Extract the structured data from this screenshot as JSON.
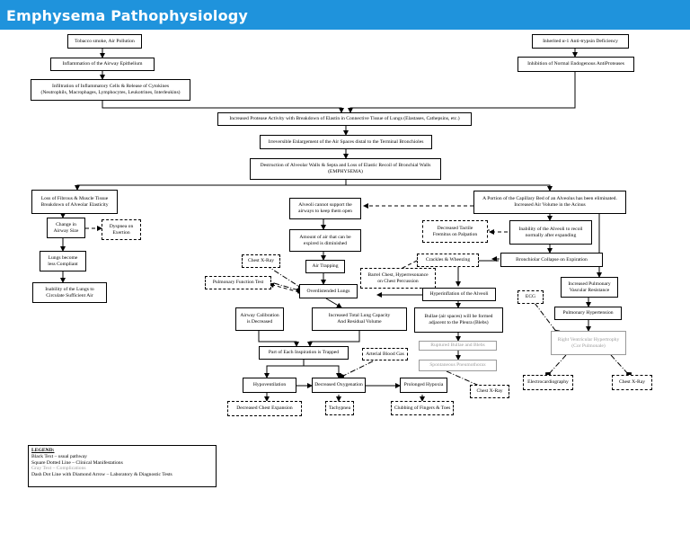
{
  "title": "Emphysema Pathophysiology",
  "nodes": {
    "tobacco": "Tobacco smoke, Air Pollution",
    "inherited": "Inherited α-1 Anti-trypsin Deficiency",
    "inflam": "Inflammation of the Airway Epithelium",
    "inhibit": "Inhibition of Normal Endogenous AntiProteases",
    "infiltr": "Infiltration of Inflammatory Cells & Release of Cytokines\n(Neutrophils, Macrophages, Lymphocytes, Leukotrines, Interleukins)",
    "protease": "Increased Protease Activity with Breakdown of Elastin in Connective Tissue of Lungs (Elastases, Cathepsins, etc.)",
    "irreversible": "Irreversible Enlargement of the Air Spaces distal to the Terminal Bronchioles",
    "destruction": "Destruction of Alveolar Walls & Septa and Loss of Elastic Recoil of Bronchial Walls\n(EMPHYSEMA)",
    "lossfib": "Loss of Fibrous & Muscle Tissue\nBreakdown of Alveolar Elasticity",
    "capillary": "A Portion of the Capillary Bed of an Alveolus has been eliminated.\nIncreased Air Volume in the Acinus",
    "alvcannot": "Alveoli cannot support the\nairways to keep them open",
    "change": "Change in\nAirway Size",
    "dyspnea": "Dyspnea on\nExertion",
    "airexp": "Amount of air that can be\nexpired is diminished",
    "tactile": "Decreased Tactile\nFremitus on Palpation",
    "inability_alv": "Inability of the Alveoli to recoil\nnormally after expanding",
    "compliant": "Lungs become\nless Compliant",
    "chestxray1": "Chest X-Ray",
    "airtrap": "Air Trapping",
    "crackles": "Crackles & Wheezing",
    "bronchiolar": "Bronchiolar Collapse on Expiration",
    "pft": "Pulmonary Function Test",
    "barrel": "Barrel Chest, Hyperresonance\non Chest Percussion",
    "inability_circ": "Inability of the Lungs to\nCirculate Sufficient Air",
    "overdist": "Overdistended Lungs",
    "hyperinfl": "Hyperinflation of the Alveoli",
    "ecg": "ECG",
    "pulmvasc": "Increased Pulmonary\nVascular Resistance",
    "airwaycal": "Airway Calibration\nis Decreased",
    "tlc": "Increased Total Lung Capacity\nAnd Residual Volume",
    "bullae": "Bullae (air spaces) will be formed\nadjacent to the Pleura (Blebs)",
    "pulmhtn": "Pulmonary Hypertension",
    "rvh": "Right Ventricular Hypertrophy\n(Cor Pulmonale)",
    "ruptured": "Ruptured Bullae and Blebs",
    "partinsp": "Part of Each Inspiration is Trapped",
    "abg": "Arterial Blood Gas",
    "spontpneumo": "Spontaneous Pneumothorax",
    "hypovent": "Hypoventilation",
    "decoxy": "Decreased Oxygenation",
    "prolonged": "Prolonged Hypoxia",
    "echo": "Electrocardiography",
    "chestxray3": "Chest X-Ray",
    "chestxray2": "Chest X-Ray",
    "decchest": "Decreased Chest Expansion",
    "tachypnea": "Tachypnea",
    "clubbing": "Clubbing of Fingers & Toes"
  },
  "legend": {
    "title": "LEGEND:",
    "black": "Black Text – usual pathway",
    "square": "Square Dotted Line – Clinical Manifestations",
    "grey": "Gray Text – Complications",
    "dash": "Dash Dot Line with Diamond Arrow – Laboratory & Diagnostic Tests"
  },
  "colors": {
    "title_bar": "#1f93dc",
    "complication_text": "#9a9a9a"
  }
}
